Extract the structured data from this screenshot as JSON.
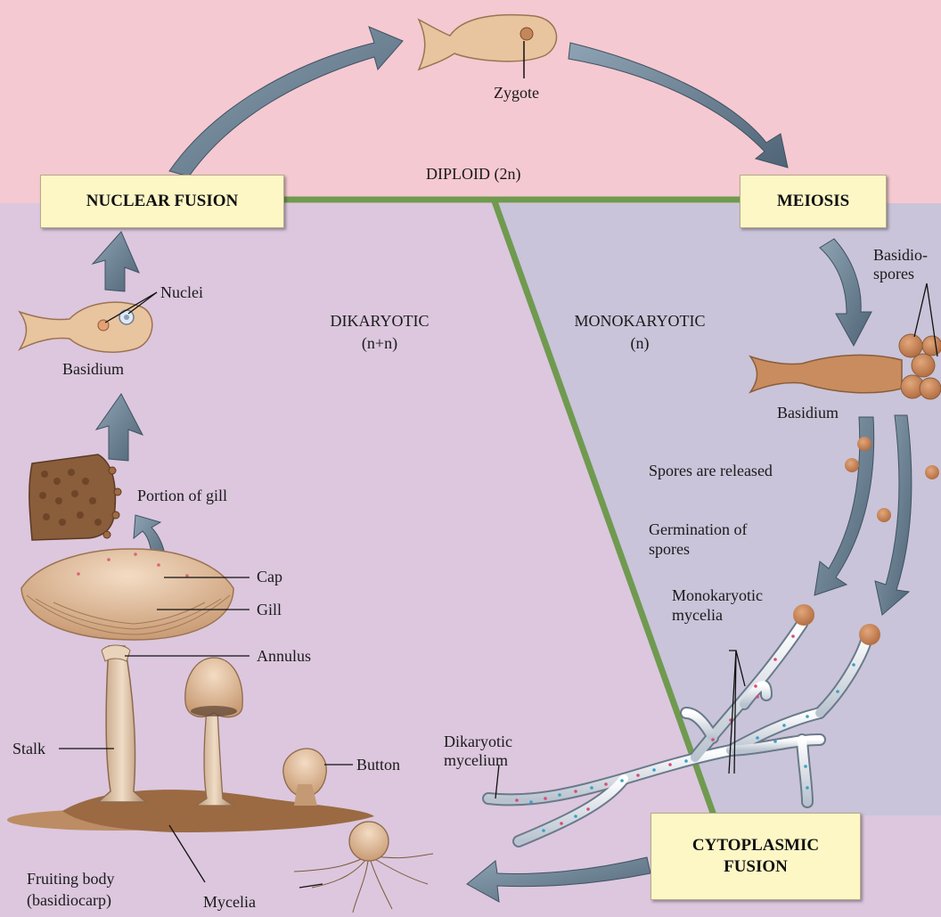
{
  "boxes": {
    "nuclear_fusion": "NUCLEAR FUSION",
    "meiosis": "MEIOSIS",
    "cytoplasmic_fusion_line1": "CYTOPLASMIC",
    "cytoplasmic_fusion_line2": "FUSION"
  },
  "phases": {
    "diploid": "DIPLOID (2n)",
    "dikaryotic": "DIKARYOTIC",
    "dikaryotic_ploidy": "(n+n)",
    "monokaryotic": "MONOKARYOTIC",
    "monokaryotic_ploidy": "(n)"
  },
  "labels": {
    "zygote": "Zygote",
    "nuclei": "Nuclei",
    "basidium_left": "Basidium",
    "portion_of_gill": "Portion of gill",
    "cap": "Cap",
    "gill": "Gill",
    "annulus": "Annulus",
    "stalk": "Stalk",
    "button": "Button",
    "fruiting_body_line1": "Fruiting body",
    "fruiting_body_line2": "(basidiocarp)",
    "mycelia": "Mycelia",
    "basidiospores_line1": "Basidio-",
    "basidiospores_line2": "spores",
    "basidium_right": "Basidium",
    "spores_released": "Spores are released",
    "germination_line1": "Germination of",
    "germination_line2": "spores",
    "monokaryotic_mycelia_line1": "Monokaryotic",
    "monokaryotic_mycelia_line2": "mycelia",
    "dikaryotic_mycelium_line1": "Dikaryotic",
    "dikaryotic_mycelium_line2": "mycelium"
  },
  "colors": {
    "diploid_bg": "#f5c9d1",
    "dikaryotic_bg": "#dcc7de",
    "monokaryotic_bg": "#c9c4d9",
    "divider_green": "#6f9a4f",
    "arrow_slate": "#5e7486",
    "box_fill": "#fdf7c6",
    "mushroom_tan": "#d8b38c",
    "gill_brown": "#8a5d3b"
  }
}
